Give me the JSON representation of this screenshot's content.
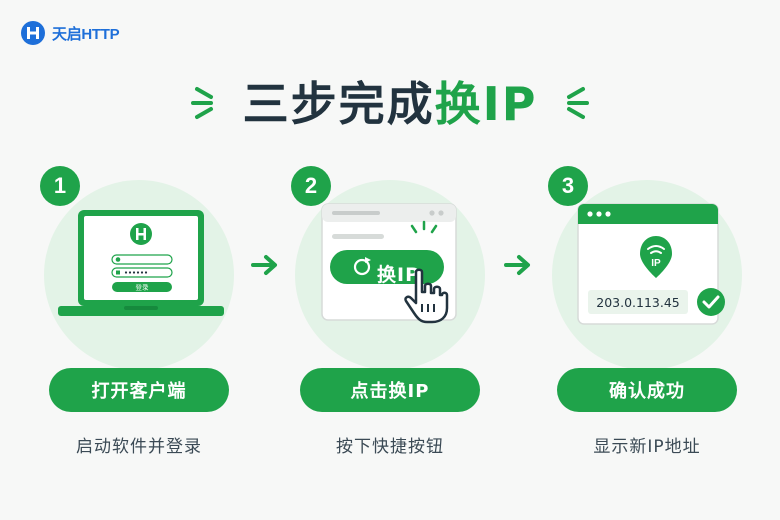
{
  "brand": {
    "name": "天启HTTP",
    "color": "#1e6fd9"
  },
  "headline": {
    "main": "三步完成",
    "accent": "换IP"
  },
  "colors": {
    "primary": "#1fa34a",
    "light": "#e3f3e7",
    "dark": "#22333f"
  },
  "steps": [
    {
      "number": "1",
      "label": "打开客户端",
      "desc": "启动软件并登录",
      "login_button": "登录"
    },
    {
      "number": "2",
      "label": "点击换IP",
      "desc": "按下快捷按钮",
      "button_label": "换IP"
    },
    {
      "number": "3",
      "label": "确认成功",
      "desc": "显示新IP地址",
      "ip_address": "203.0.113.45",
      "pin_label": "IP"
    }
  ]
}
